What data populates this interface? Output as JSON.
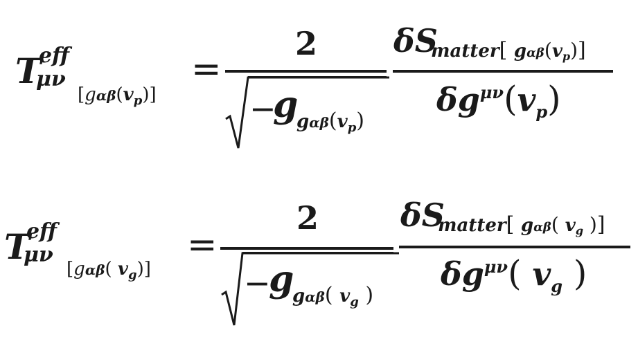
{
  "equations": [
    {
      "id": "eq-vp",
      "lhs": {
        "base": "T",
        "superscript": "eff",
        "subscript": "μν",
        "argument": "[gαβ(vp)]",
        "arg_parts": {
          "open": "[",
          "g": "g",
          "gsub": "αβ",
          "lp": "(",
          "v": "v",
          "vsub": "p",
          "rp": ")",
          "close": "]"
        }
      },
      "equals": "=",
      "coefficient": {
        "numerator": "2",
        "denominator": {
          "radical": "√",
          "minus": "−",
          "g": "g",
          "subscript": "gαβ(vp)",
          "sub_parts": {
            "g": "g",
            "gsub": "αβ",
            "lp": "(",
            "v": "v",
            "vsub": "p",
            "rp": ")"
          }
        }
      },
      "derivative": {
        "numerator": {
          "delta": "δ",
          "S": "S",
          "subscript": "matter[ gαβ(vp)]",
          "sub_parts": {
            "word": "matter",
            "open": "[ ",
            "g": "g",
            "gsub": "αβ",
            "lp": "(",
            "v": "v",
            "vsub": "p",
            "rp": ")",
            "close": "]"
          }
        },
        "denominator": {
          "delta": "δ",
          "g": "g",
          "superscript": "μν",
          "lp": "(",
          "v": "v",
          "vsub": "p",
          "rp": ")"
        }
      }
    },
    {
      "id": "eq-vg",
      "lhs": {
        "base": "T",
        "superscript": "eff",
        "subscript": "μν",
        "argument": "[gαβ( vg)]",
        "arg_parts": {
          "open": "[",
          "g": "g",
          "gsub": "αβ",
          "lp": "( ",
          "v": "v",
          "vsub": "g",
          "rp": ")",
          "close": "]"
        }
      },
      "equals": "=",
      "coefficient": {
        "numerator": "2",
        "denominator": {
          "radical": "√",
          "minus": "−",
          "g": "g",
          "subscript": "gαβ( vg )",
          "sub_parts": {
            "g": "g",
            "gsub": "αβ",
            "lp": "( ",
            "v": "v",
            "vsub": "g",
            "rp": " )"
          }
        }
      },
      "derivative": {
        "numerator": {
          "delta": "δ",
          "S": "S",
          "subscript": "matter[ gαβ( vg )]",
          "sub_parts": {
            "word": "matter",
            "open": "[ ",
            "g": "g",
            "gsub": "αβ",
            "lp": "( ",
            "v": "v",
            "vsub": "g",
            "rp": " )",
            "close": "]"
          }
        },
        "denominator": {
          "delta": "δ",
          "g": "g",
          "superscript": "μν",
          "lp": "( ",
          "v": "v",
          "vsub": "g",
          "rp": " )"
        }
      }
    }
  ],
  "colors": {
    "ink": "#1a1a1a",
    "background": "#ffffff"
  }
}
